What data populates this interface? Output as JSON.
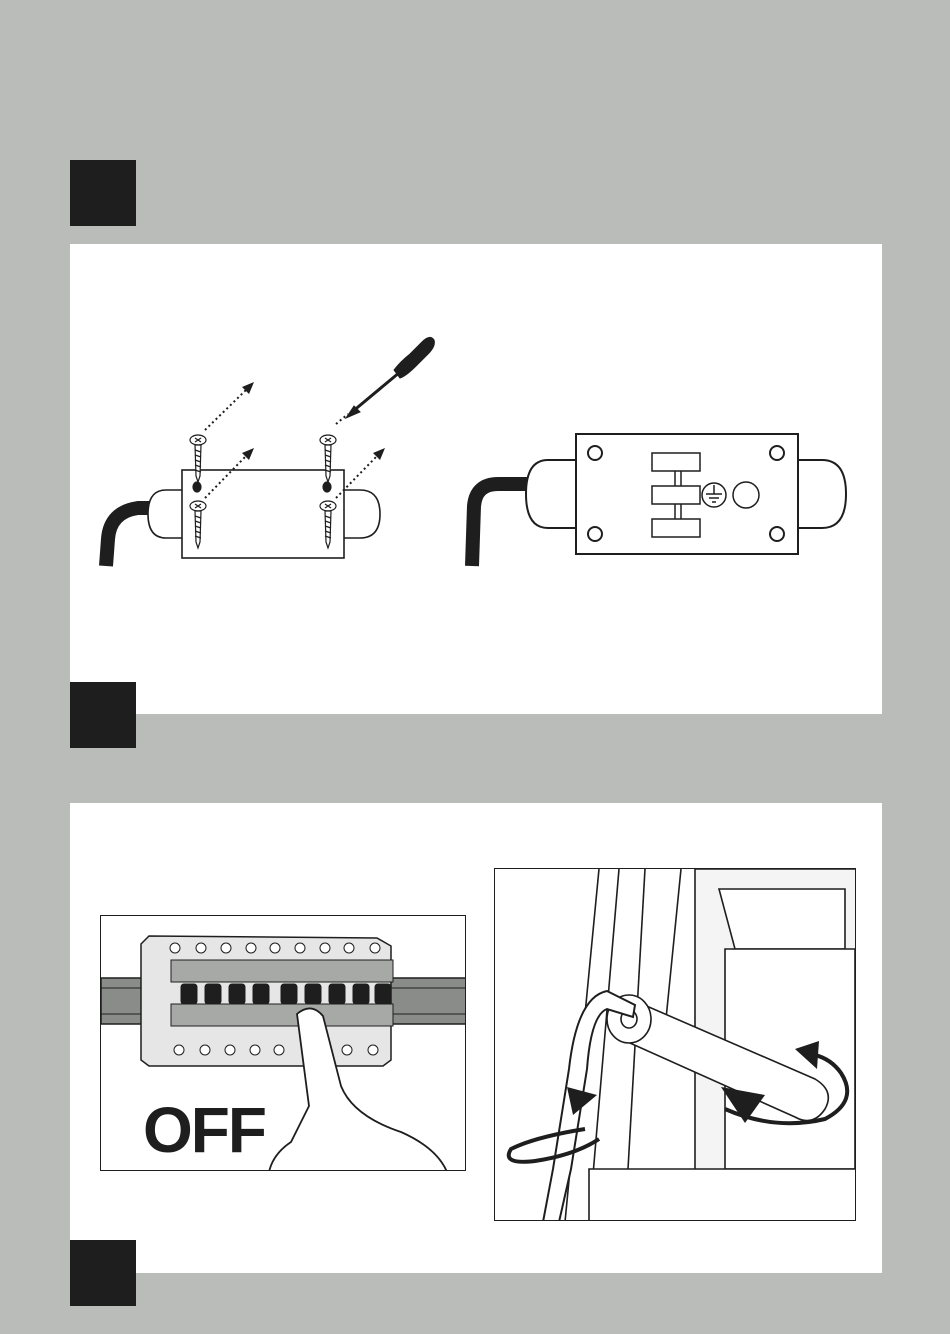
{
  "step_markers": [
    {
      "id": "step-1"
    },
    {
      "id": "step-2"
    },
    {
      "id": "step-3"
    }
  ],
  "illustrations": {
    "junction_box_screws": {
      "icon": "screwdriver-icon",
      "screws": 4
    },
    "junction_box_open": {
      "icon": "terminal-block-icon"
    },
    "breaker_panel": {
      "label": "OFF",
      "icon": "circuit-breaker-icon"
    },
    "hex_key_turn": {
      "icon": "hex-key-icon"
    }
  },
  "colors": {
    "background": "#babcb9",
    "panel": "#ffffff",
    "ink": "#1e1e1e"
  }
}
